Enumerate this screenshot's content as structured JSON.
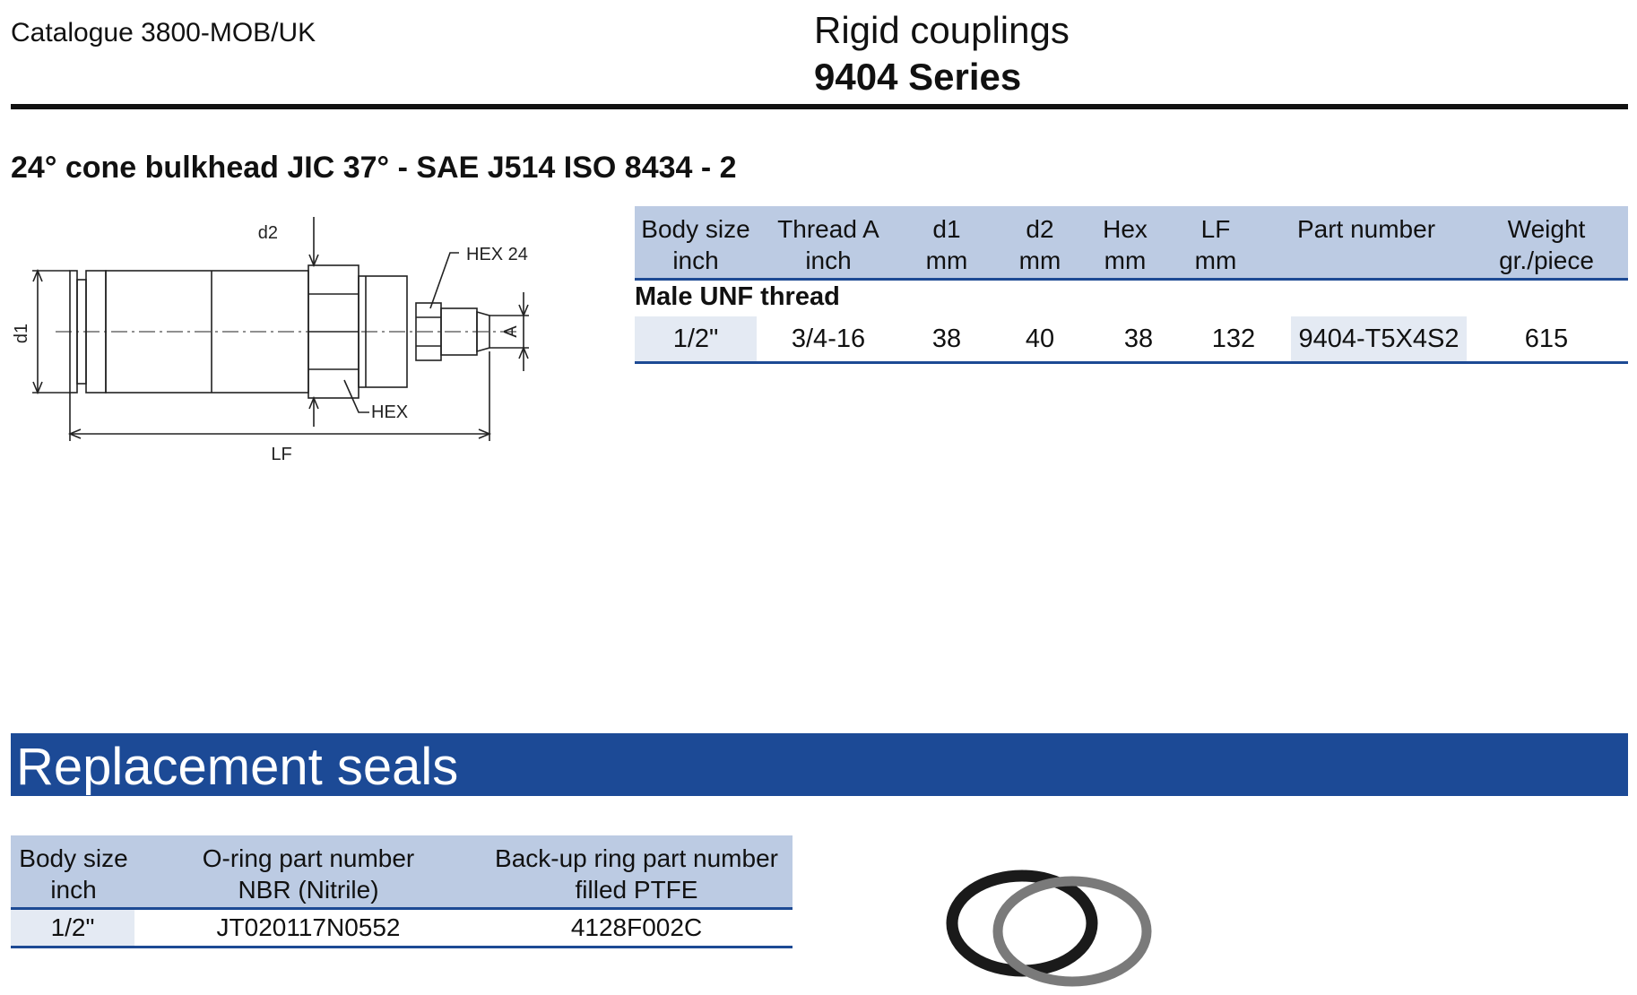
{
  "header": {
    "catalogue": "Catalogue 3800-MOB/UK",
    "title": "Rigid couplings",
    "series": "9404 Series"
  },
  "product": {
    "heading": "24° cone bulkhead JIC 37° - SAE J514 ISO 8434 - 2"
  },
  "drawing": {
    "labels": {
      "d2": "d2",
      "hex24": "HEX 24",
      "d1": "d1",
      "a": "A",
      "hex": "HEX",
      "lf": "LF"
    }
  },
  "spec_table": {
    "columns": [
      {
        "line1": "Body size",
        "line2": "inch"
      },
      {
        "line1": "Thread A",
        "line2": "inch"
      },
      {
        "line1": "d1",
        "line2": "mm"
      },
      {
        "line1": "d2",
        "line2": "mm"
      },
      {
        "line1": "Hex",
        "line2": "mm"
      },
      {
        "line1": "LF",
        "line2": "mm"
      },
      {
        "line1": "Part number",
        "line2": ""
      },
      {
        "line1": "Weight",
        "line2": "gr./piece"
      }
    ],
    "section": "Male UNF thread",
    "rows": [
      [
        "1/2\"",
        "3/4-16",
        "38",
        "40",
        "38",
        "132",
        "9404-T5X4S2",
        "615"
      ]
    ]
  },
  "seals": {
    "banner": "Replacement seals",
    "columns": [
      {
        "line1": "Body size",
        "line2": "inch"
      },
      {
        "line1": "O-ring part number",
        "line2": "NBR (Nitrile)"
      },
      {
        "line1": "Back-up ring part number",
        "line2": "filled PTFE"
      }
    ],
    "rows": [
      [
        "1/2\"",
        "JT020117N0552",
        "4128F002C"
      ]
    ]
  },
  "colors": {
    "table_header": "#bccbe3",
    "table_rule": "#1d4a94",
    "banner": "#1c4a96",
    "cell_shade": "#e4eaf3",
    "oring": "#1a1a1a",
    "backup_ring": "#7a7a7a"
  }
}
